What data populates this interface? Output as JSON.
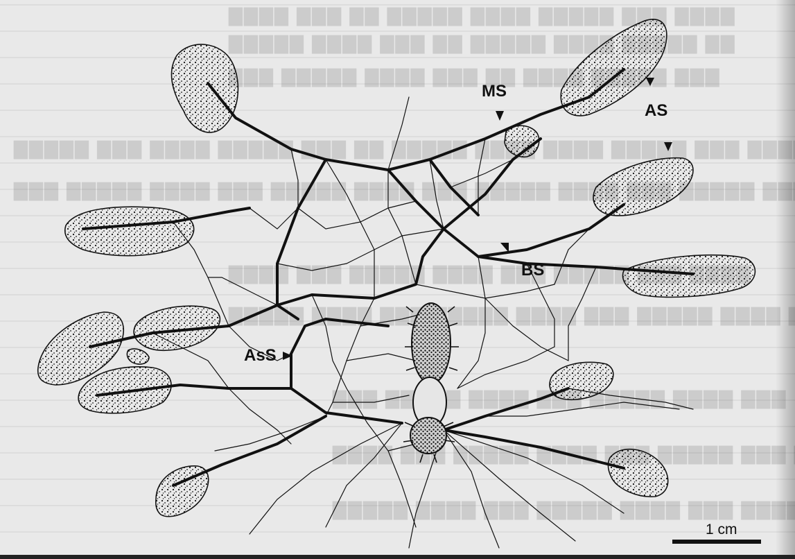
{
  "figure": {
    "labels": {
      "ms": "MS",
      "as": "AS",
      "bs": "BS",
      "ass": "AsS"
    },
    "scale_bar": {
      "label": "1 cm"
    },
    "colors": {
      "ink": "#111111",
      "paper": "#e9e9e9",
      "bleed": "rgba(0,0,0,0.12)"
    }
  }
}
